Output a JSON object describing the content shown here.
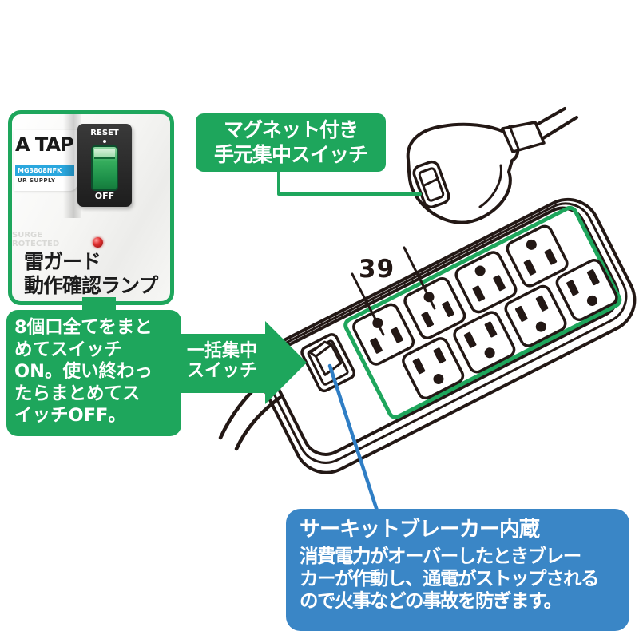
{
  "figure": {
    "type": "product-feature-diagram",
    "product": "8-outlet power strip"
  },
  "photo_panel": {
    "label_title": "A TAP",
    "label_model": "MG3808NFK",
    "label_brand": "UR SUPPLY",
    "switch_reset": "RESET",
    "switch_off": "OFF",
    "surge_text": "SURGE\nROTECTED",
    "caption": "雷ガード\n動作確認ランプ"
  },
  "magnet_label": {
    "text": "マグネット付き\n手元集中スイッチ"
  },
  "usage_note": {
    "text": "8個口全てをまと\nめてスイッチ\nON。使い終わっ\nたらまとめてス\nイッチOFF。"
  },
  "arrow_label": {
    "text": "一括集中\nスイッチ"
  },
  "dimension": {
    "value": "39"
  },
  "breaker_callout": {
    "title": "サーキットブレーカー内蔵",
    "body": "消費電力がオーバーしたときブレー\nカーが作動し、通電がストップされる\nので火事などの事故を防ぎます。"
  },
  "colors": {
    "green": "#1ea65c",
    "callout_blue": "#3a86c6",
    "leader_blue": "#2f7ec5",
    "line_art": "#231815",
    "model_bar_blue": "#2aa7de",
    "led_red": "#c8201f"
  }
}
